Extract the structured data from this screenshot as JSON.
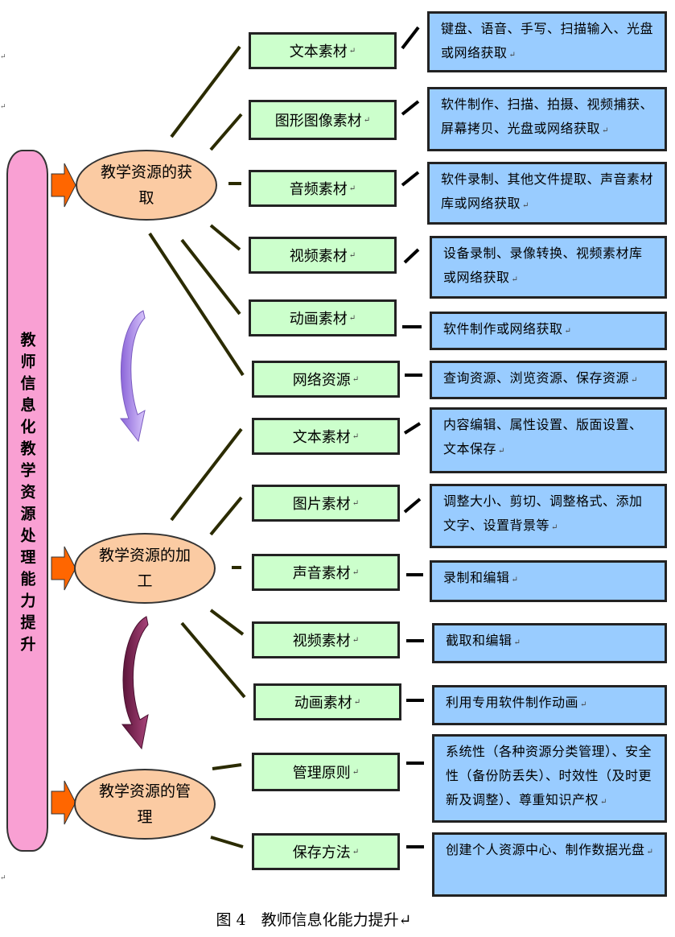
{
  "side_title": "教师信息化教学资源处理能力提升",
  "caption": "图 4　教师信息化能力提升",
  "stages": [
    {
      "label": "教学资源的获取"
    },
    {
      "label": "教学资源的加工"
    },
    {
      "label": "教学资源的管理"
    }
  ],
  "rows": [
    {
      "category": "文本素材",
      "description": "键盘、语音、手写、扫描输入、光盘或网络获取"
    },
    {
      "category": "图形图像素材",
      "description": "软件制作、扫描、拍摄、视频捕获、屏幕拷贝、光盘或网络获取"
    },
    {
      "category": "音频素材",
      "description": "软件录制、其他文件提取、声音素材库或网络获取"
    },
    {
      "category": "视频素材",
      "description": "设备录制、录像转换、视频素材库或网络获取"
    },
    {
      "category": "动画素材",
      "description": "软件制作或网络获取"
    },
    {
      "category": "网络资源",
      "description": "查询资源、浏览资源、保存资源"
    },
    {
      "category": "文本素材",
      "description": "内容编辑、属性设置、版面设置、文本保存"
    },
    {
      "category": "图片素材",
      "description": "调整大小、剪切、调整格式、添加文字、设置背景等"
    },
    {
      "category": "声音素材",
      "description": "录制和编辑"
    },
    {
      "category": "视频素材",
      "description": "截取和编辑"
    },
    {
      "category": "动画素材",
      "description": "利用专用软件制作动画"
    },
    {
      "category": "管理原则",
      "description": "系统性（各种资源分类管理）、安全性（备份防丢失）、时效性（及时更新及调整）、尊重知识产权"
    },
    {
      "category": "保存方法",
      "description": "创建个人资源中心、制作数据光盘"
    }
  ],
  "colors": {
    "side_bar": "#f9a0d3",
    "stage": "#fbcba3",
    "category": "#ccffcc",
    "description": "#99ccff",
    "arrow": "#ff6600",
    "curve_1": "#b38ff0",
    "curve_2": "#7a2552"
  }
}
